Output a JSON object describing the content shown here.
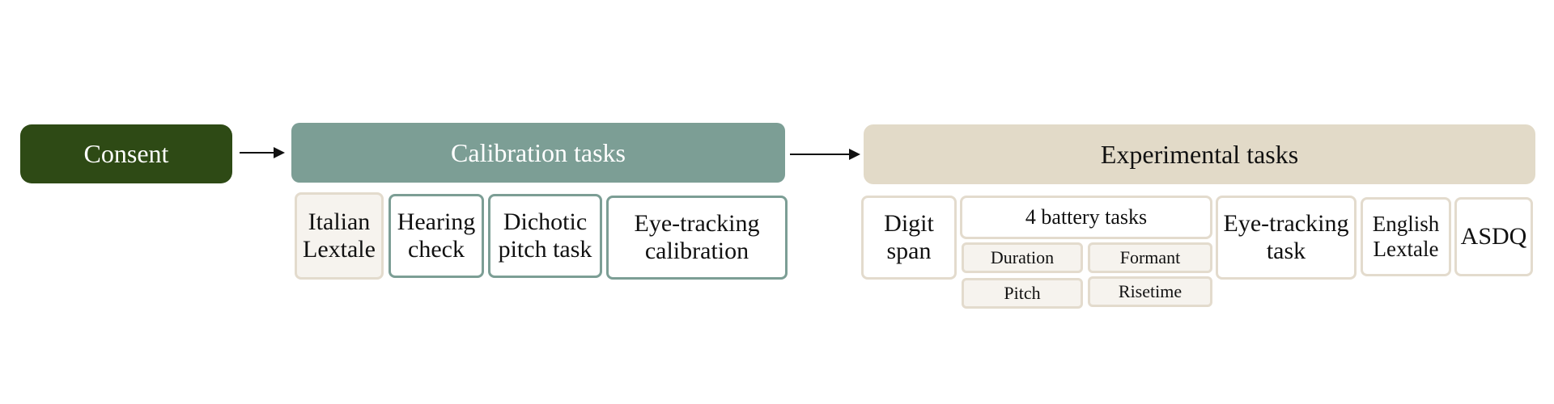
{
  "stages": {
    "consent": {
      "label": "Consent"
    },
    "calibration": {
      "label": "Calibration tasks",
      "tasks": [
        "Italian\nLextale",
        "Hearing\ncheck",
        "Dichotic\npitch task",
        "Eye-tracking\ncalibration"
      ]
    },
    "experimental": {
      "label": "Experimental tasks",
      "tasks": {
        "digit_span": "Digit\nspan",
        "battery": {
          "label": "4 battery tasks",
          "subtasks": [
            "Duration",
            "Formant",
            "Pitch",
            "Risetime"
          ]
        },
        "eye_tracking_task": "Eye-tracking\ntask",
        "english_lextale": "English\nLextale",
        "asdq": "ASDQ"
      }
    }
  },
  "colors": {
    "consent": "#2e4a15",
    "calibration": "#7c9e95",
    "experimental": "#e2dac8",
    "task_border_beige": "#e3dbcd",
    "task_fill_beige": "#f6f3ee"
  }
}
